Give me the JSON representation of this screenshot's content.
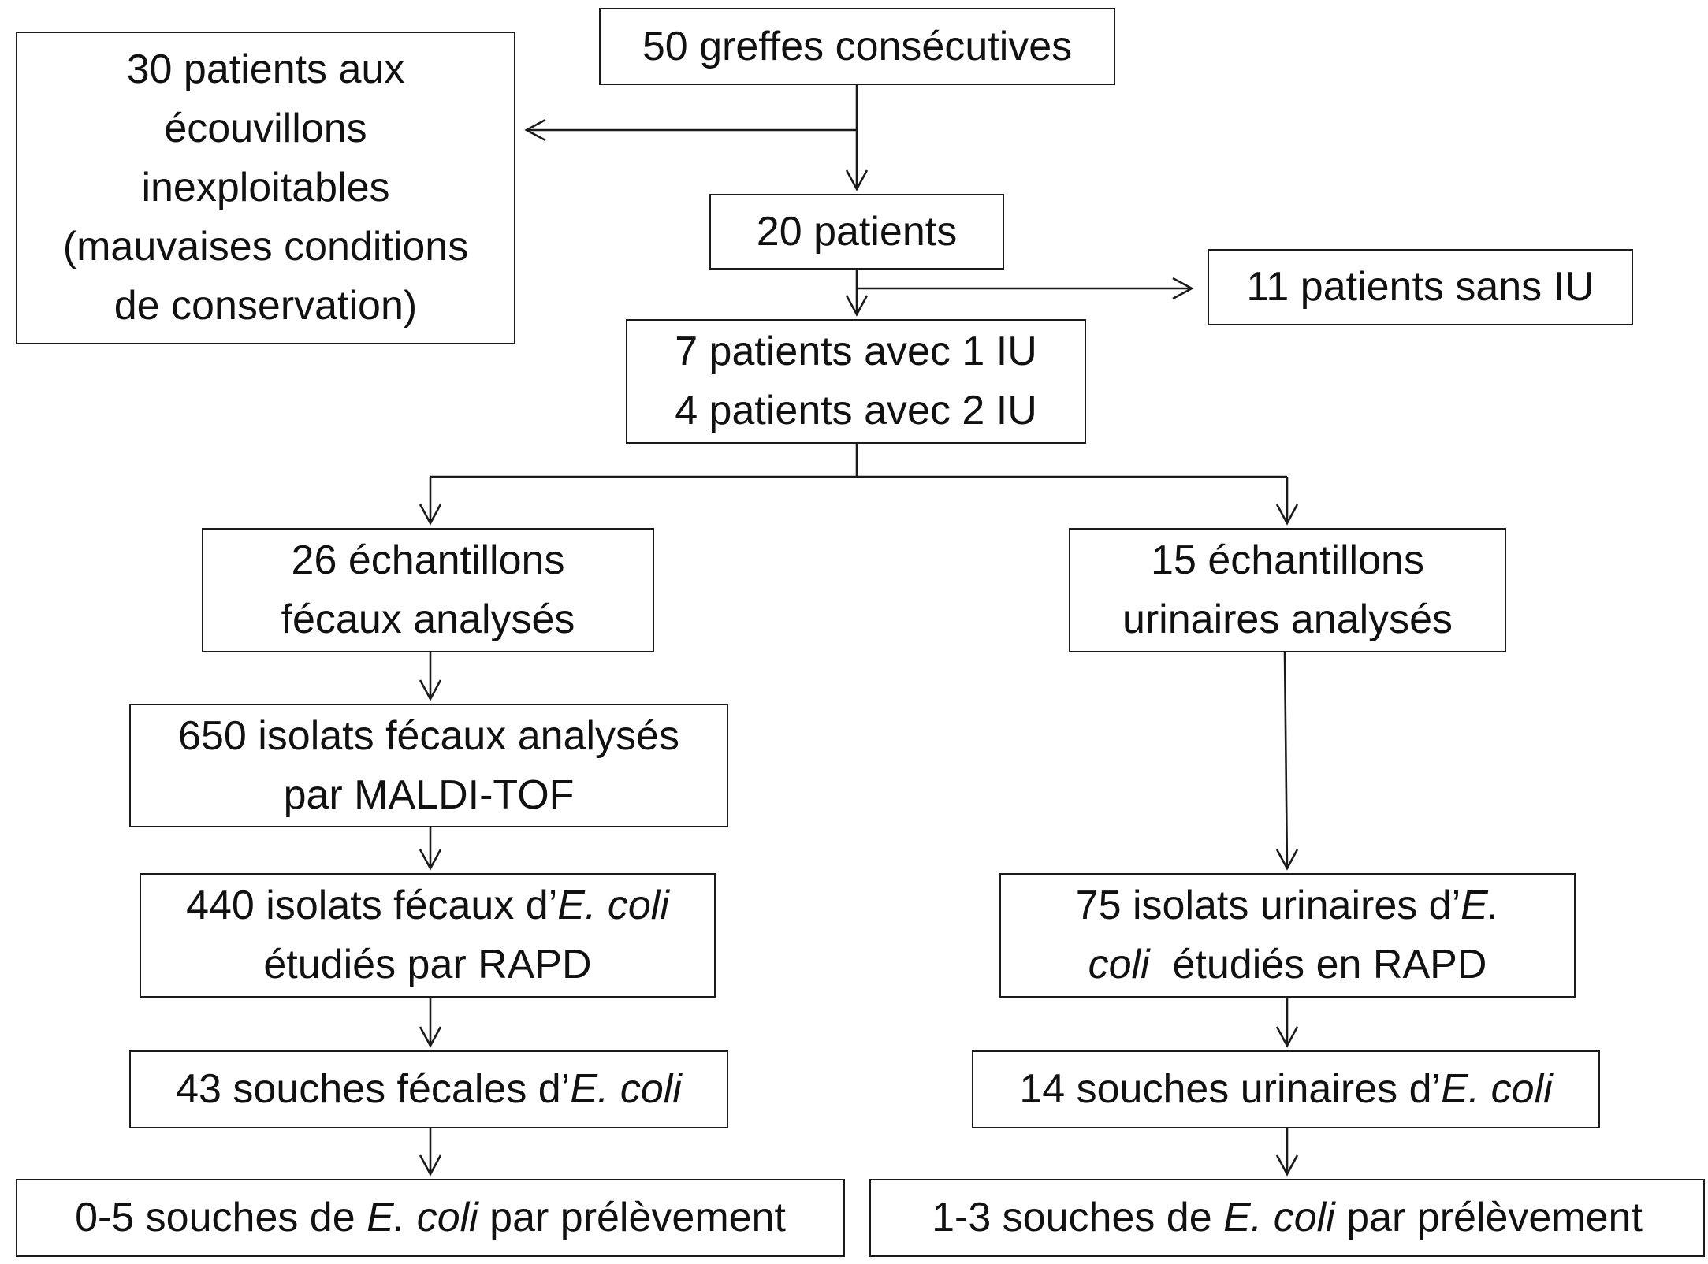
{
  "boxes": {
    "greffes": {
      "lines": [
        "50 greffes consécutives"
      ]
    },
    "excluded": {
      "lines": [
        "30 patients aux",
        "écouvillons",
        "inexploitables",
        "(mauvaises conditions",
        "de conservation)"
      ]
    },
    "patients20": {
      "lines": [
        "20 patients"
      ]
    },
    "sans_iu": {
      "lines": [
        "11 patients sans IU"
      ]
    },
    "avec_iu": {
      "lines": [
        "7 patients avec 1 IU",
        "4 patients avec 2 IU"
      ]
    },
    "fecal_samples": {
      "lines": [
        "26 échantillons",
        "fécaux analysés"
      ]
    },
    "urine_samples": {
      "lines": [
        "15 échantillons",
        "urinaires analysés"
      ]
    },
    "maldi": {
      "lines": [
        "650 isolats fécaux analysés",
        "par MALDI-TOF"
      ]
    },
    "fecal_isolates": {
      "l1_a": "440 isolats fécaux d’",
      "l1_b": "E. coli",
      "l2": "étudiés par RAPD"
    },
    "urine_isolates": {
      "l1_a": "75 isolats urinaires d’",
      "l1_b": "E.",
      "l2_a": "coli",
      "l2_b": "  étudiés en RAPD"
    },
    "fecal_strains": {
      "a": "43 souches fécales d’",
      "b": "E. coli"
    },
    "urine_strains": {
      "a": "14 souches urinaires d’",
      "b": "E. coli"
    },
    "fecal_range": {
      "a": "0-5 souches de ",
      "b": "E. coli",
      "c": " par prélèvement"
    },
    "urine_range": {
      "a": "1-3 souches de ",
      "b": "E. coli",
      "c": " par prélèvement"
    }
  },
  "colors": {
    "stroke": "#1a1a1a",
    "text": "#111111",
    "background": "#ffffff"
  }
}
